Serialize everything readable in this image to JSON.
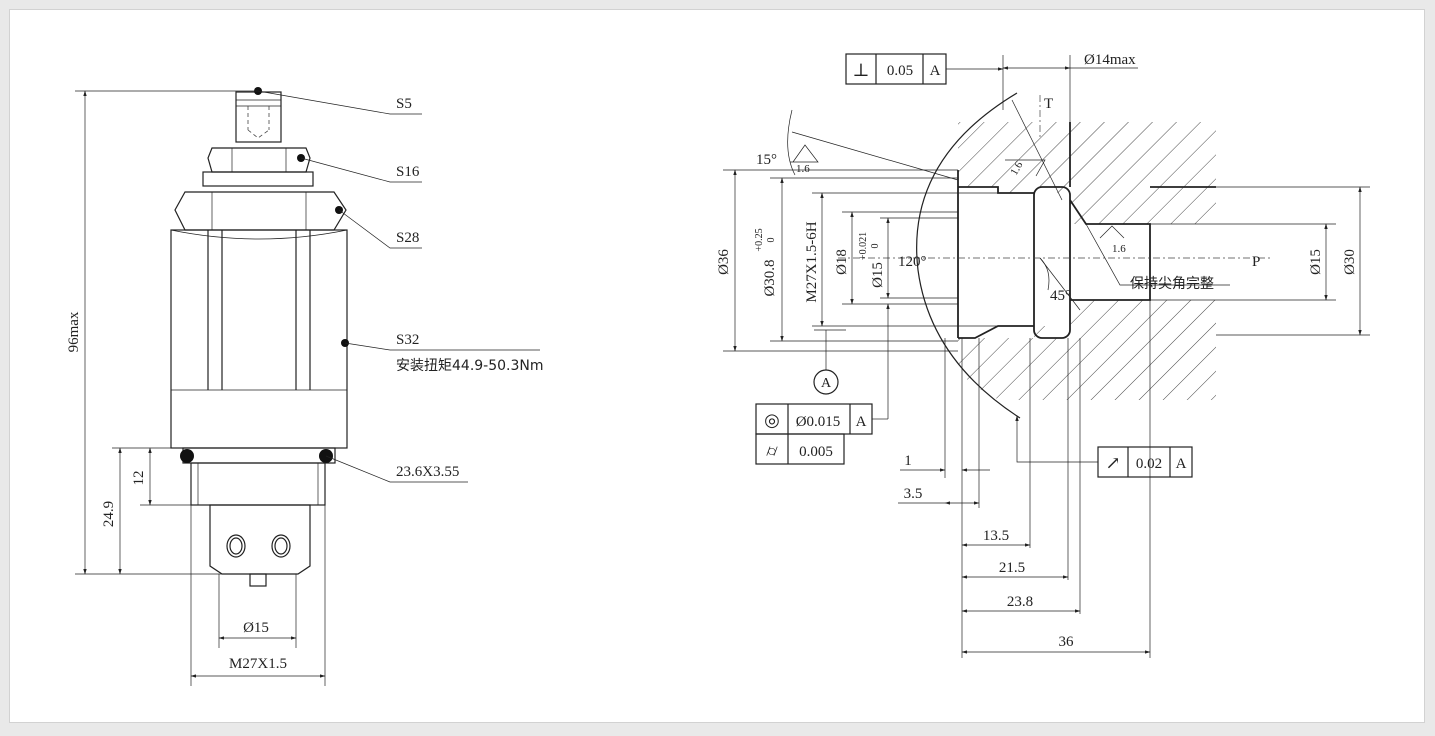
{
  "left_view": {
    "callouts": {
      "s5": "S5",
      "s16": "S16",
      "s28": "S28",
      "s32": "S32",
      "torque": "安装扭矩44.9-50.3Nm",
      "oring": "23.6X3.55"
    },
    "dimensions": {
      "height_max": "96max",
      "height_24_9": "24.9",
      "height_12": "12",
      "dia_15": "Ø15",
      "thread": "M27X1.5"
    }
  },
  "right_view": {
    "tolerance_frames": {
      "perpendicularity": {
        "symbol": "⊥",
        "value": "0.05",
        "datum": "A"
      },
      "concentricity": {
        "symbol": "◎",
        "value": "Ø0.015",
        "datum": "A"
      },
      "cylindricity": {
        "symbol": "⌭",
        "value": "0.005"
      },
      "runout": {
        "symbol": "↗",
        "value": "0.02",
        "datum": "A"
      }
    },
    "labels": {
      "dia14max": "Ø14max",
      "port_t": "T",
      "port_p": "P",
      "angle_15": "15°",
      "angle_120": "120°",
      "angle_45": "45°",
      "roughness_a": "1.6",
      "roughness_b": "1.6",
      "roughness_c": "1.6",
      "sharp_edge_note": "保持尖角完整",
      "datum": "A"
    },
    "dimensions": {
      "dia36": "Ø36",
      "dia30_8": "Ø30.8",
      "tol_30_8_upper": "+0.25",
      "tol_30_8_lower": "0",
      "thread": "M27X1.5-6H",
      "dia18": "Ø18",
      "dia15_bore": "Ø15",
      "tol_15_upper": "+0.021",
      "tol_15_lower": "0",
      "dia15_p": "Ø15",
      "dia30": "Ø30",
      "d1": "1",
      "d3_5": "3.5",
      "d13_5": "13.5",
      "d21_5": "21.5",
      "d23_8": "23.8",
      "d36": "36"
    }
  }
}
